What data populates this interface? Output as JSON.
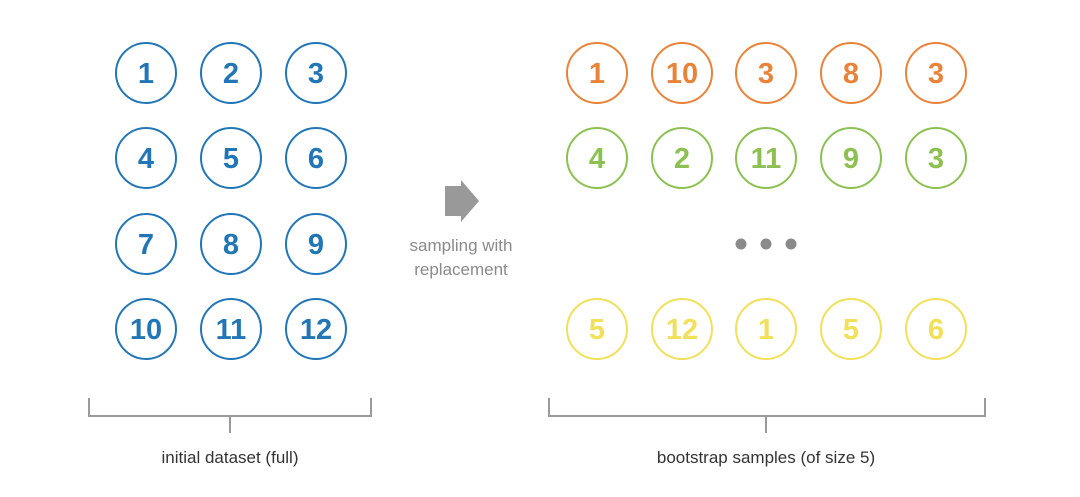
{
  "colors": {
    "initial": "#2276b5",
    "sample_1": "#e8833a",
    "sample_2": "#8cc152",
    "sample_3": "#f0e05a",
    "arrow": "#999999",
    "bracket": "#9a9a9a",
    "dots": "#8a8a8a",
    "label": "#333333"
  },
  "initial_dataset": {
    "label": "initial dataset (full)",
    "rows": [
      [
        "1",
        "2",
        "3"
      ],
      [
        "4",
        "5",
        "6"
      ],
      [
        "7",
        "8",
        "9"
      ],
      [
        "10",
        "11",
        "12"
      ]
    ]
  },
  "arrow": {
    "icon": "right-arrow-icon",
    "label_line1": "sampling with",
    "label_line2": "replacement"
  },
  "bootstrap": {
    "label": "bootstrap samples (of size 5)",
    "ellipsis_icon": "ellipsis-icon",
    "samples": [
      {
        "color_key": "sample_1",
        "values": [
          "1",
          "10",
          "3",
          "8",
          "3"
        ]
      },
      {
        "color_key": "sample_2",
        "values": [
          "4",
          "2",
          "11",
          "9",
          "3"
        ]
      },
      {
        "color_key": "sample_3",
        "values": [
          "5",
          "12",
          "1",
          "5",
          "6"
        ]
      }
    ]
  }
}
